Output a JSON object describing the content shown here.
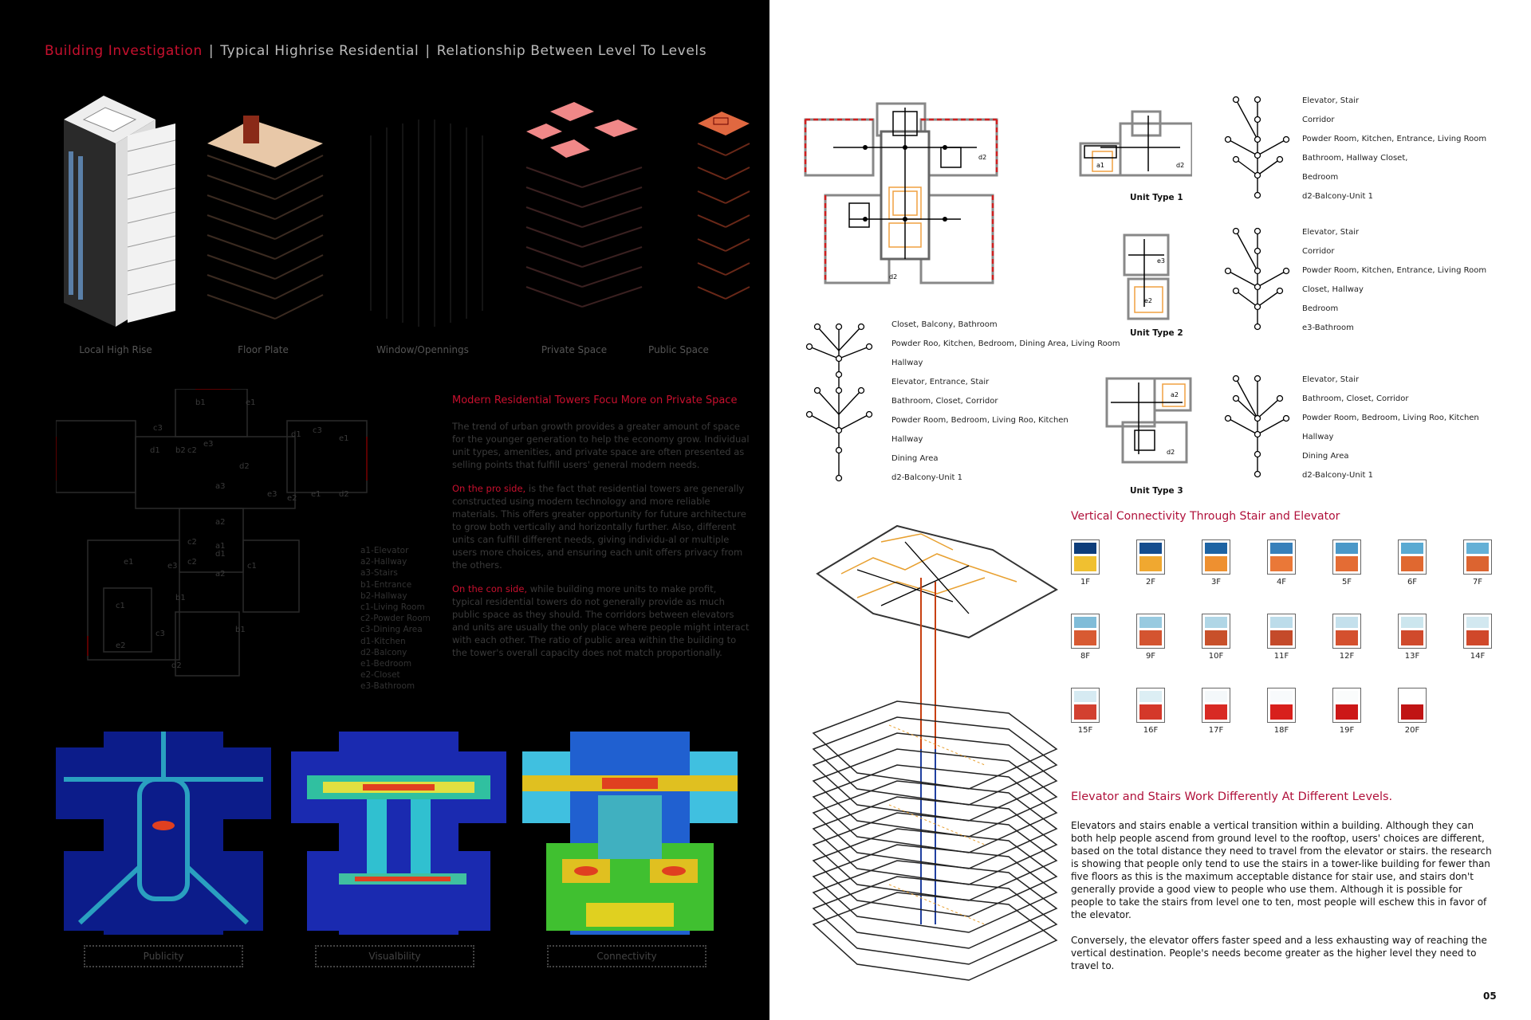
{
  "header": {
    "part1": "Building Investigation",
    "sep": "|",
    "part2": "Typical Highrise Residential",
    "part3": "Relationship Between Level To Levels"
  },
  "buildings": [
    {
      "label": "Local High Rise"
    },
    {
      "label": "Floor Plate"
    },
    {
      "label": "Window/Opennings"
    },
    {
      "label": "Private Space"
    },
    {
      "label": "Public Space"
    }
  ],
  "plan_tags": [
    "b1",
    "c3",
    "e1",
    "d1",
    "b2",
    "c2",
    "e3",
    "a3",
    "a2",
    "a1",
    "d1",
    "c3",
    "e1",
    "e2",
    "e3",
    "e1",
    "d2",
    "a2",
    "d2",
    "c2",
    "e1",
    "e3",
    "b1",
    "c1",
    "c2",
    "d1",
    "c3",
    "d2",
    "c1",
    "e2",
    "b1"
  ],
  "legend": [
    "a1-Elevator",
    "a2-Hallway",
    "a3-Stairs",
    "b1-Entrance",
    "b2-Hallway",
    "c1-Living Room",
    "c2-Powder Room",
    "c3-Dining Area",
    "d1-Kitchen",
    "d2-Balcony",
    "e1-Bedroom",
    "e2-Closet",
    "e3-Bathroom"
  ],
  "article": {
    "heading": "Modern Residential Towers Focu More on Private Space",
    "p1": "The trend of urban growth provides a greater amount of space for the younger generation to help the economy grow. Individual unit types, amenities, and private space are often presented as selling points that fulfill users' general modern needs.",
    "p2_red": "On the pro side,",
    "p2": " is the fact that residential towers are generally constructed using modern technology and more reliable materials. This offers greater opportunity for future architecture to grow both vertically and horizontally further. Also, different units can fulfill different needs, giving individu-al or multiple users more choices, and ensuring each unit offers privacy from the others.",
    "p3_red": "On the con side,",
    "p3": " while building more units to make profit, typical residential towers do not generally provide as much public space as they should. The corridors between elevators and units are usually the only place where people might interact with each other. The ratio of public area within the building to the tower's overall capacity does not match proportionally."
  },
  "heatmaps": [
    {
      "label": "Publicity"
    },
    {
      "label": "Visualbility"
    },
    {
      "label": "Connectivity"
    }
  ],
  "units": {
    "type1": {
      "caption": "Unit Type 1",
      "tags": [
        "a1",
        "d2"
      ],
      "tree": [
        "Elevator, Stair",
        "Corridor",
        "Powder Room, Kitchen, Entrance, Living Room",
        "Bathroom, Hallway Closet,",
        "Bedroom",
        "d2-Balcony-Unit 1"
      ]
    },
    "type2": {
      "caption": "Unit Type 2",
      "tags": [
        "e3",
        "e2"
      ],
      "tree": [
        "Elevator, Stair",
        "Corridor",
        "Powder Room, Kitchen, Entrance, Living Room",
        "Closet, Hallway",
        "Bedroom",
        "e3-Bathroom"
      ]
    },
    "type3": {
      "caption": "Unit Type 3",
      "tags": [
        "a2",
        "d2"
      ],
      "tree": [
        "Elevator, Stair",
        "Bathroom, Closet,  Corridor",
        "Powder Room, Bedroom, Living Roo, Kitchen",
        "Hallway",
        "Dining Area",
        "d2-Balcony-Unit 1"
      ]
    },
    "main_plan_tags": [
      "d2",
      "d2"
    ],
    "overall_tree": [
      "Closet, Balcony, Bathroom",
      "Powder Roo, Kitchen, Bedroom, Dining Area, Living Room",
      "Hallway",
      "Elevator, Entrance, Stair",
      "Bathroom, Closet,  Corridor",
      "Powder Room, Bedroom, Living Roo, Kitchen",
      "Hallway",
      "Dining Area",
      "d2-Balcony-Unit 1"
    ]
  },
  "vertical": {
    "title": "Vertical Connectivity Through Stair and Elevator",
    "floors": [
      {
        "label": "1F",
        "top": "#0e3d7a",
        "bottom": "#f0c030"
      },
      {
        "label": "2F",
        "top": "#154d8e",
        "bottom": "#f0a830"
      },
      {
        "label": "3F",
        "top": "#1d63a3",
        "bottom": "#ee9030"
      },
      {
        "label": "4F",
        "top": "#3880ba",
        "bottom": "#ea7838"
      },
      {
        "label": "5F",
        "top": "#4b98c8",
        "bottom": "#e46c34"
      },
      {
        "label": "6F",
        "top": "#5aaad2",
        "bottom": "#e06830"
      },
      {
        "label": "7F",
        "top": "#64b0d6",
        "bottom": "#dc6430"
      },
      {
        "label": "8F",
        "top": "#80bcd8",
        "bottom": "#d85a32"
      },
      {
        "label": "9F",
        "top": "#98cae0",
        "bottom": "#d45430"
      },
      {
        "label": "10F",
        "top": "#b0d6e6",
        "bottom": "#c8502a"
      },
      {
        "label": "11F",
        "top": "#bcdcea",
        "bottom": "#c44a2a"
      },
      {
        "label": "12F",
        "top": "#c4e0ec",
        "bottom": "#d4502e"
      },
      {
        "label": "13F",
        "top": "#cce6ee",
        "bottom": "#d04a2c"
      },
      {
        "label": "14F",
        "top": "#d2e8f0",
        "bottom": "#d0482a"
      },
      {
        "label": "15F",
        "top": "#d6eaf2",
        "bottom": "#d24030"
      },
      {
        "label": "16F",
        "top": "#dceef4",
        "bottom": "#d4382a"
      },
      {
        "label": "17F",
        "top": "#f4f8fa",
        "bottom": "#d82a24"
      },
      {
        "label": "18F",
        "top": "#f8fafc",
        "bottom": "#d8201c"
      },
      {
        "label": "19F",
        "top": "#fafcfc",
        "bottom": "#cc1818"
      },
      {
        "label": "20F",
        "top": "#ffffff",
        "bottom": "#c01414"
      }
    ]
  },
  "elevator": {
    "title": "Elevator and Stairs Work Differently At Different Levels.",
    "p1": "Elevators and stairs enable a vertical transition within a building. Although they can both help people ascend from ground level to the rooftop, users' choices are different, based on the total distance they need to travel from the elevator or stairs. the research is showing that people only tend to use the stairs in a tower-like building for fewer than five floors as this is the maximum acceptable distance for stair use, and stairs don't generally provide a good view to people who use them. Although it is possible for people to take the stairs from level one to ten, most people will eschew this in favor of the elevator.",
    "p2": "Conversely, the elevator offers faster speed and a less exhausting way of reaching the vertical destination. People's needs become greater as the higher level they need to travel to."
  },
  "page_number": "05",
  "colors": {
    "accent": "#c8102e",
    "left_bg": "#000000",
    "right_bg": "#ffffff"
  }
}
